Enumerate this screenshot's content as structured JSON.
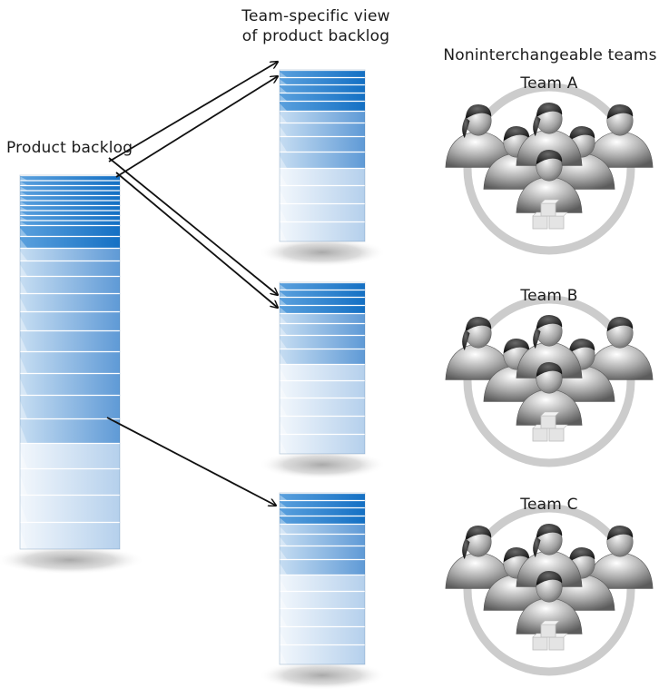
{
  "labels": {
    "product_backlog": "Product backlog",
    "team_view_line1": "Team-specific view",
    "team_view_line2": "of product backlog",
    "teams_heading": "Noninterchangeable teams"
  },
  "teams": [
    {
      "name": "Team A"
    },
    {
      "name": "Team B"
    },
    {
      "name": "Team C"
    }
  ],
  "colors": {
    "backlog_top": "#1e7fd0",
    "backlog_mid": "#7fb0dd",
    "backlog_light": "#d9e8f6",
    "arrow": "#111111",
    "team_ring": "#cccccc",
    "person": "#8a8a8a",
    "person_head": "#222222"
  }
}
